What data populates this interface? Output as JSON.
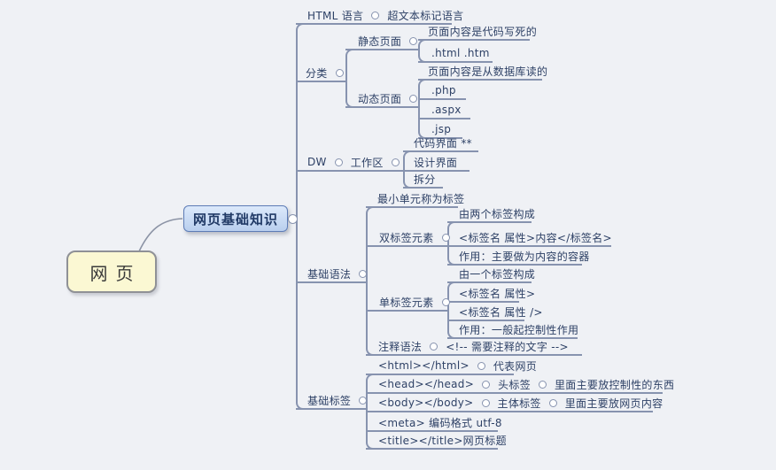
{
  "canvas": {
    "background": "#eff1f5",
    "line_color": "#8793af",
    "text_color": "#2e4166"
  },
  "icons": {
    "collapse_handle": "small-circle-outline"
  },
  "root": {
    "label": "网页",
    "fill": "#fbf8d3"
  },
  "main_topic": {
    "label": "网页基础知识",
    "fill": "#c7d9f2"
  },
  "branches": {
    "html": {
      "label": "HTML 语言",
      "note": "超文本标记语言"
    },
    "category": {
      "label": "分类",
      "static_page": {
        "label": "静态页面",
        "desc": "页面内容是代码写死的",
        "ext": ".html  .htm"
      },
      "dynamic_page": {
        "label": "动态页面",
        "desc": "页面内容是从数据库读的",
        "ext_php": ".php",
        "ext_aspx": ".aspx",
        "ext_jsp": ".jsp"
      }
    },
    "dw": {
      "label": "DW",
      "workspace": "工作区",
      "code_view": "代码界面  **",
      "design_view": "设计界面",
      "split_view": "拆分"
    },
    "syntax": {
      "label": "基础语法",
      "min_unit": "最小单元称为标签",
      "double_tag": {
        "label": "双标签元素",
        "made_of": "由两个标签构成",
        "form": "<标签名 属性>内容</标签名>",
        "purpose": "作用：主要做为内容的容器"
      },
      "single_tag": {
        "label": "单标签元素",
        "made_of": "由一个标签构成",
        "form1": "<标签名 属性>",
        "form2": "<标签名 属性 />",
        "purpose": "作用：一般起控制性作用"
      },
      "comment": {
        "label": "注释语法",
        "form": "<!--  需要注释的文字  -->"
      }
    },
    "tags": {
      "label": "基础标签",
      "html_tag": {
        "label": "<html></html>",
        "note": "代表网页"
      },
      "head_tag": {
        "label": "<head></head>",
        "note": "头标签",
        "detail": "里面主要放控制性的东西"
      },
      "body_tag": {
        "label": "<body></body>",
        "note": "主体标签",
        "detail": "里面主要放网页内容"
      },
      "meta_tag": {
        "label": "<meta> 编码格式  utf-8"
      },
      "title_tag": {
        "label": "<title></title>网页标题"
      }
    }
  }
}
